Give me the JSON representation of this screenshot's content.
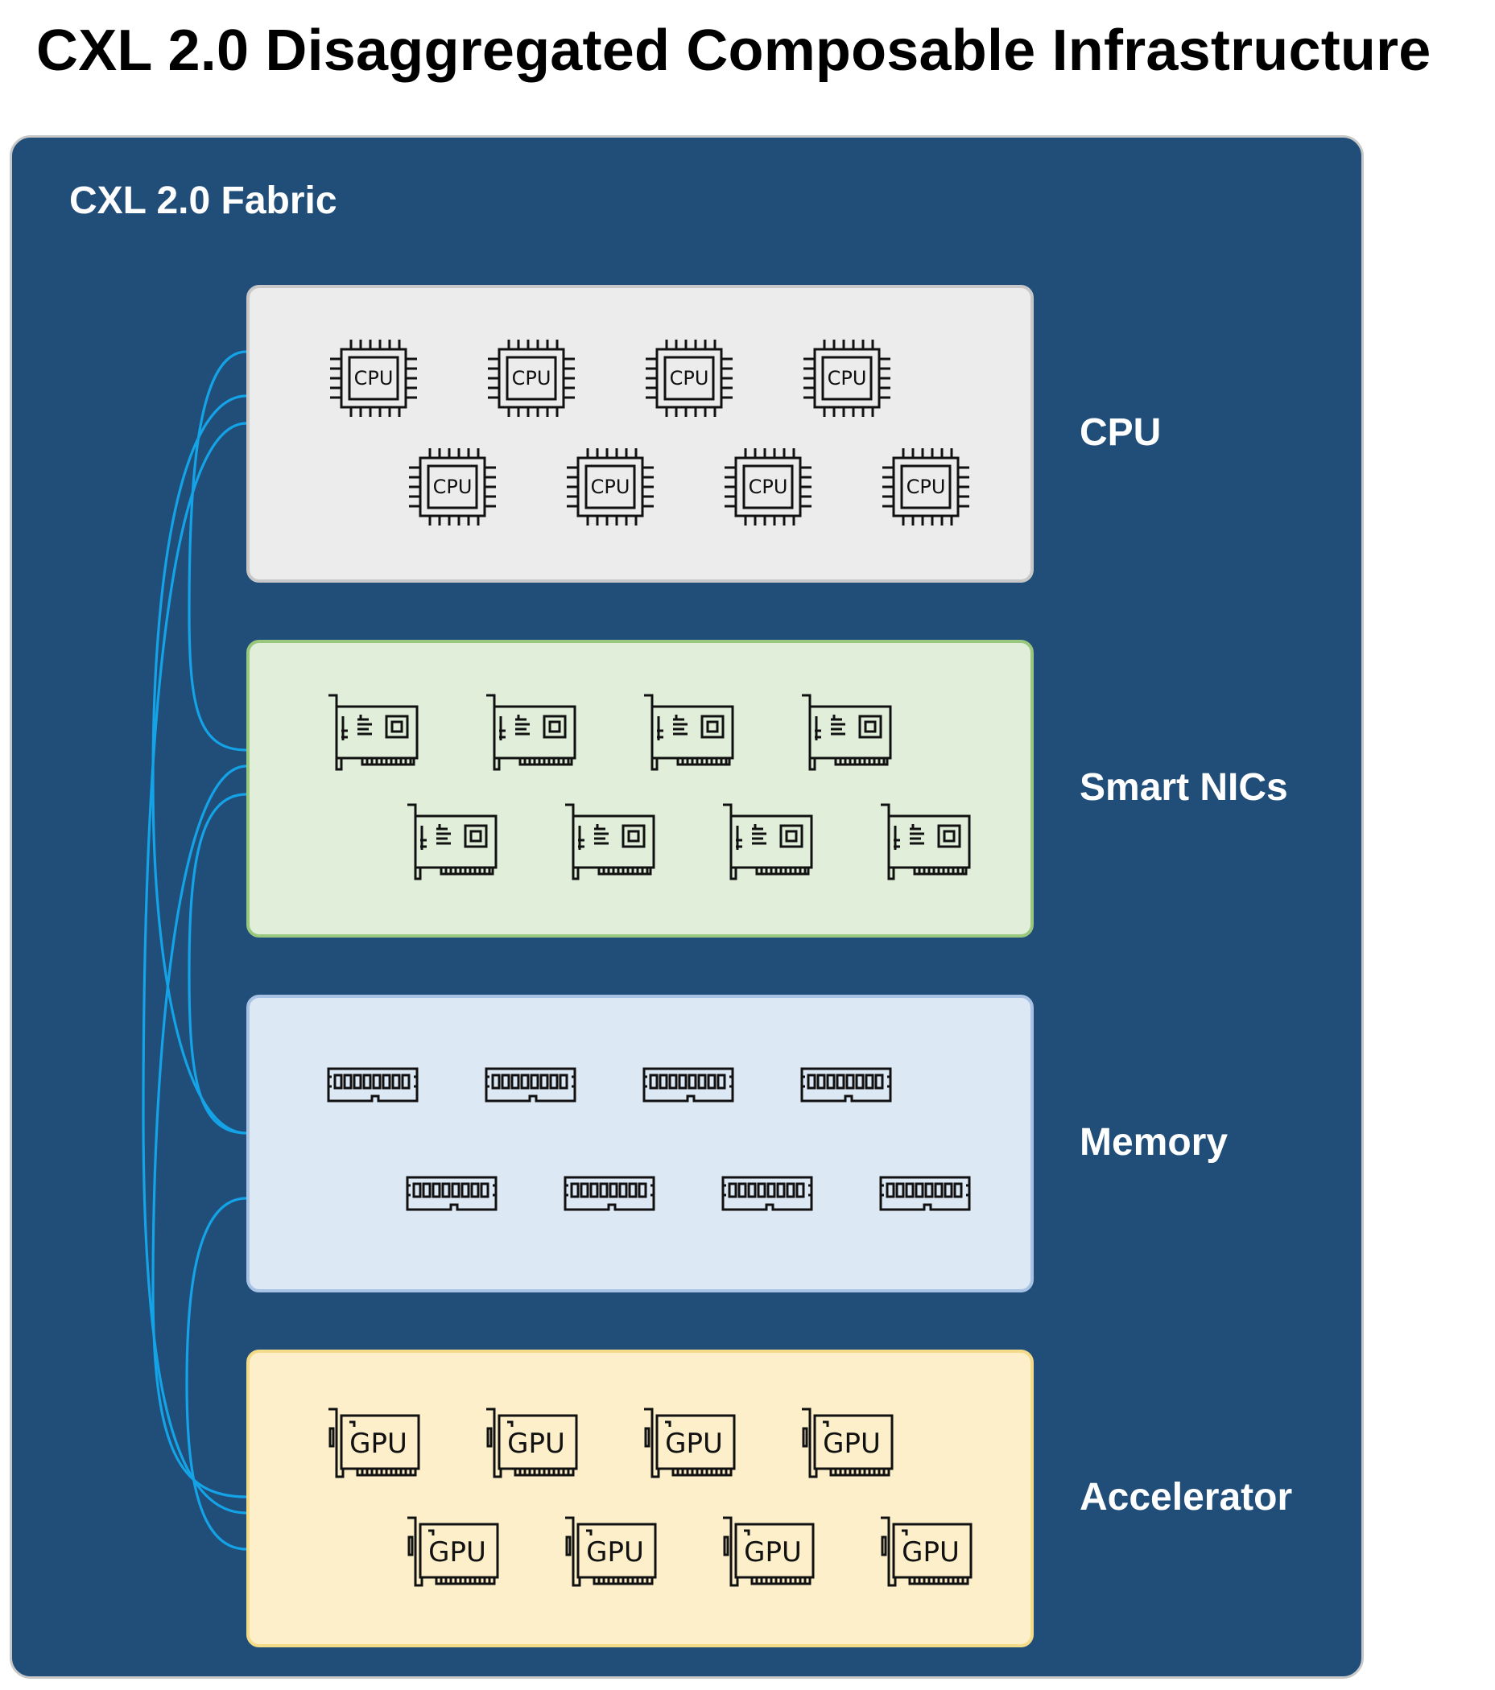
{
  "title": "CXL 2.0 Disaggregated Composable Infrastructure",
  "fabric": {
    "label": "CXL 2.0 Fabric"
  },
  "pools": [
    {
      "id": "cpu",
      "label": "CPU",
      "icon": "cpu-icon",
      "icon_text": "CPU",
      "count": 8,
      "fill": "#ececec",
      "border": "#c8c8c8"
    },
    {
      "id": "smart-nics",
      "label": "Smart NICs",
      "icon": "network-card-icon",
      "icon_text": "",
      "count": 8,
      "fill": "#e1eed9",
      "border": "#99c77d"
    },
    {
      "id": "memory",
      "label": "Memory",
      "icon": "memory-module-icon",
      "icon_text": "",
      "count": 8,
      "fill": "#dde8f5",
      "border": "#a7c2e2"
    },
    {
      "id": "accelerator",
      "label": "Accelerator",
      "icon": "gpu-card-icon",
      "icon_text": "GPU",
      "count": 8,
      "fill": "#fcefca",
      "border": "#f4db8a"
    }
  ],
  "colors": {
    "fabric_bg": "#204e79",
    "link": "#14a3e6",
    "icon_stroke": "#111111"
  }
}
